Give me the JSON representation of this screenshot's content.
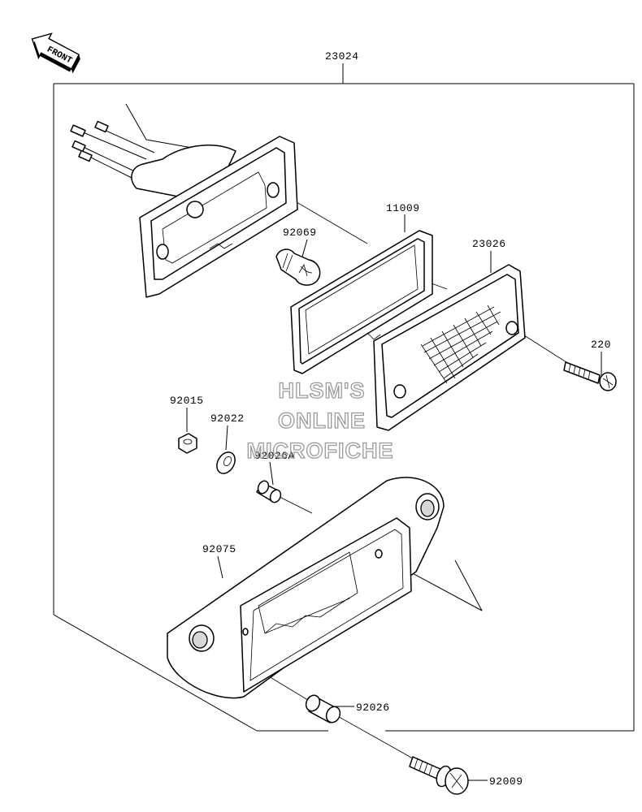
{
  "orientation": {
    "front_label": "FRONT"
  },
  "assembly": {
    "number": "23024"
  },
  "parts": [
    {
      "number": "11009",
      "item": "gasket"
    },
    {
      "number": "92069",
      "item": "bulb"
    },
    {
      "number": "23026",
      "item": "lens"
    },
    {
      "number": "220",
      "item": "screw"
    },
    {
      "number": "92015",
      "item": "nut"
    },
    {
      "number": "92022",
      "item": "washer"
    },
    {
      "number": "92026A",
      "item": "collar-upper"
    },
    {
      "number": "92075",
      "item": "bracket"
    },
    {
      "number": "92026",
      "item": "collar-lower"
    },
    {
      "number": "92009",
      "item": "bolt"
    }
  ],
  "watermark": {
    "line1": "HLSM'S",
    "line2": "ONLINE",
    "line3": "MICROFICHE"
  },
  "colors": {
    "line": "#000000",
    "watermark": "#9a9a9a",
    "background": "#ffffff"
  }
}
